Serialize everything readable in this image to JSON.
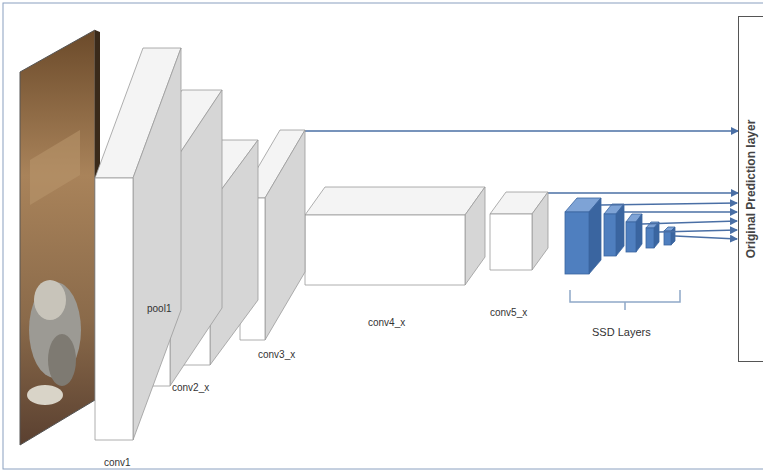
{
  "diagram": {
    "nodes": [
      {
        "text": [
          "conv1"
        ]
      },
      {
        "text": [
          "pool1"
        ]
      },
      {
        "text": [
          "conv2_x"
        ]
      },
      {
        "text": [
          "conv3_x"
        ]
      },
      {
        "text": [
          "conv4_x"
        ]
      },
      {
        "text": [
          "conv5_x"
        ]
      },
      {
        "text": [
          "Original Prediction layer"
        ]
      }
    ],
    "edges": [
      {
        "from": 3,
        "to": 6,
        "arrow": "to"
      },
      {
        "from": 5,
        "to": 6,
        "arrow": "to"
      }
    ],
    "labels": [
      "SSD Layers"
    ]
  }
}
